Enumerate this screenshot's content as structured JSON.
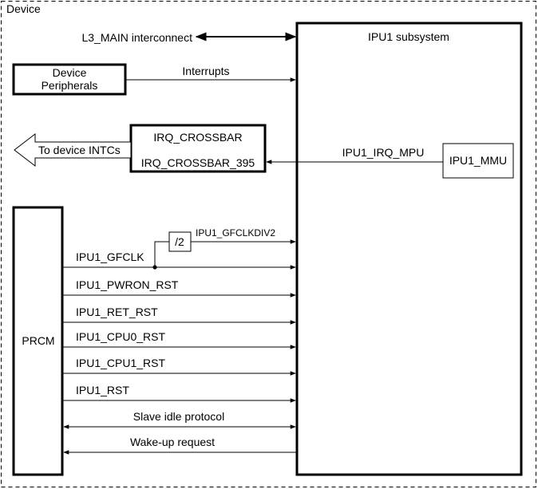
{
  "device_label": "Device",
  "ipu": {
    "subsystem_label": "IPU1 subsystem",
    "mmu_label": "IPU1_MMU"
  },
  "peripherals": {
    "line1": "Device",
    "line2": "Peripherals",
    "signal": "Interrupts"
  },
  "interconnect": {
    "label": "L3_MAIN interconnect"
  },
  "crossbar": {
    "title": "IRQ_CROSSBAR",
    "port": "IRQ_CROSSBAR_395",
    "irq_signal": "IPU1_IRQ_MPU",
    "out_label": "To device INTCs"
  },
  "prcm": {
    "label": "PRCM",
    "divider": "/2",
    "divclk_label": "IPU1_GFCLKDIV2",
    "signals": [
      "IPU1_GFCLK",
      "IPU1_PWRON_RST",
      "IPU1_RET_RST",
      "IPU1_CPU0_RST",
      "IPU1_CPU1_RST",
      "IPU1_RST",
      "Slave idle protocol",
      "Wake-up request"
    ]
  }
}
